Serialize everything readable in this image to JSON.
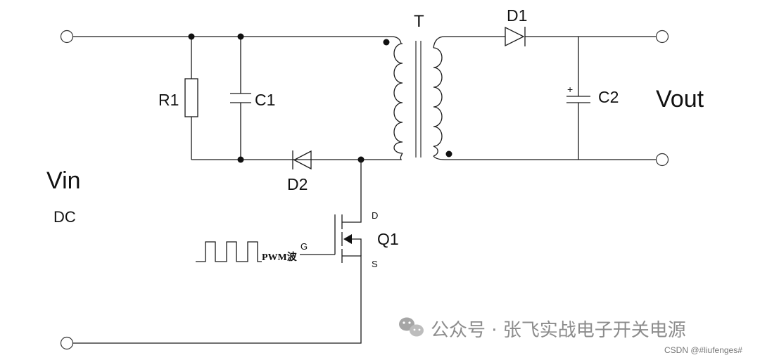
{
  "diagram": {
    "labels": {
      "transformer": "T",
      "r1": "R1",
      "c1": "C1",
      "c2": "C2",
      "c2_polarity": "+",
      "d1": "D1",
      "d2": "D2",
      "q1": "Q1",
      "drain": "D",
      "gate": "G",
      "source": "S",
      "pwm": "PWM波",
      "vin": "Vin",
      "dc": "DC",
      "vout": "Vout"
    },
    "watermark": {
      "text": "公众号 · 张飞实战电子开关电源",
      "icon": "wechat-icon"
    },
    "credit": "CSDN @#liufenges#"
  }
}
